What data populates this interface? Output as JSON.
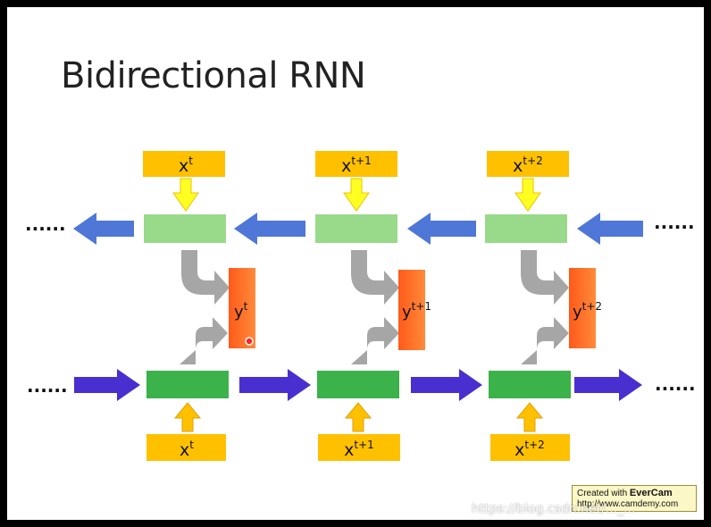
{
  "title": "Bidirectional RNN",
  "steps": [
    {
      "x_top": "x",
      "x_top_sup": "t",
      "y": "y",
      "y_sup": "t",
      "x_bottom": "x",
      "x_bottom_sup": "t"
    },
    {
      "x_top": "x",
      "x_top_sup": "t+1",
      "y": "y",
      "y_sup": "t+1",
      "x_bottom": "x",
      "x_bottom_sup": "t+1"
    },
    {
      "x_top": "x",
      "x_top_sup": "t+2",
      "y": "y",
      "y_sup": "t+2",
      "x_bottom": "x",
      "x_bottom_sup": "t+2"
    }
  ],
  "ellipsis": "......",
  "evercam": {
    "created": "Created with",
    "brand": "EverCam",
    "url": "http://www.camdemy.com"
  },
  "watermark": "https://blog.csdn.net/..._..."
}
